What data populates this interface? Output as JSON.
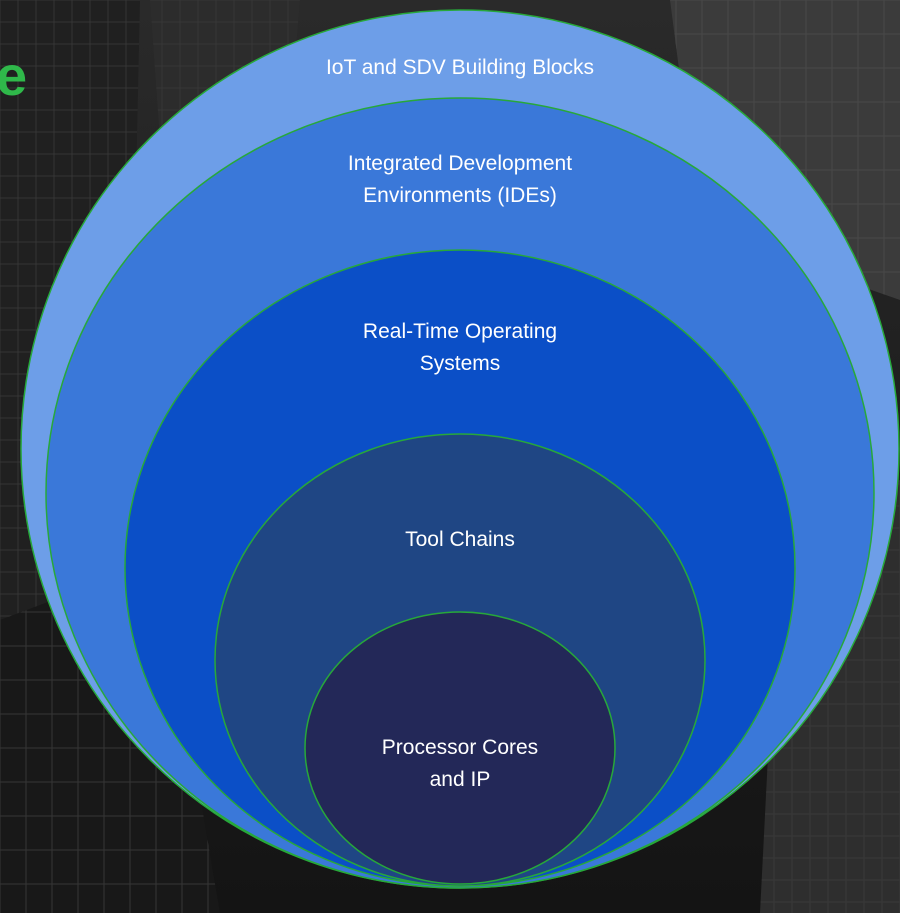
{
  "heading_fragment": "e",
  "diagram": {
    "layers": [
      {
        "lines": [
          "IoT and SDV Building Blocks"
        ],
        "fill": "#6d9ee8"
      },
      {
        "lines": [
          "Integrated Development",
          "Environments (IDEs)"
        ],
        "fill": "#3a78d9"
      },
      {
        "lines": [
          "Real-Time Operating",
          "Systems"
        ],
        "fill": "#0b4fc7"
      },
      {
        "lines": [
          "Tool Chains"
        ],
        "fill": "#1f4684"
      },
      {
        "lines": [
          "Processor Cores",
          "and IP"
        ],
        "fill": "#232858"
      }
    ],
    "outline_color": "#27a83a",
    "heading_color": "#2fb84a"
  }
}
